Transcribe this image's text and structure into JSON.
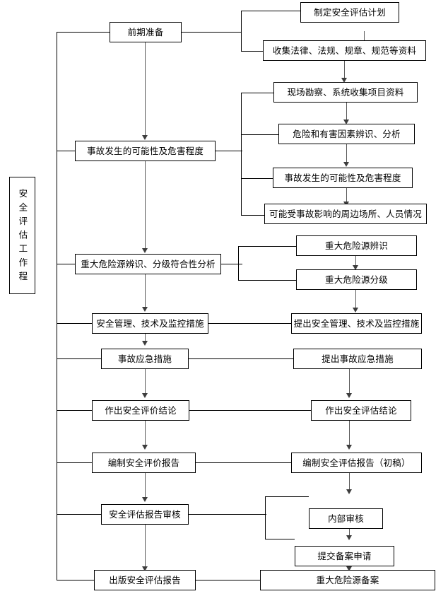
{
  "diagram": {
    "title": "安全评估工作程",
    "spine_label": "安全评估工作程",
    "left_column": [
      {
        "id": "prep",
        "label": "前期准备"
      },
      {
        "id": "likelihood",
        "label": "事故发生的可能性及危害程度"
      },
      {
        "id": "majorhazard",
        "label": "重大危险源辨识、分级符合性分析"
      },
      {
        "id": "mgmt",
        "label": "安全管理、技术及监控措施"
      },
      {
        "id": "emergency",
        "label": "事故应急措施"
      },
      {
        "id": "conclusion",
        "label": "作出安全评价结论"
      },
      {
        "id": "report",
        "label": "编制安全评价报告"
      },
      {
        "id": "review",
        "label": "安全评估报告审核"
      },
      {
        "id": "publish",
        "label": "出版安全评估报告"
      }
    ],
    "right_column": [
      {
        "id": "plan",
        "label": "制定安全评估计划"
      },
      {
        "id": "collectlaw",
        "label": "收集法律、法规、规章、规范等资料"
      },
      {
        "id": "survey",
        "label": "现场勘察、系统收集项目资料"
      },
      {
        "id": "identify",
        "label": "危险和有害因素辨识、分析"
      },
      {
        "id": "likelihood2",
        "label": "事故发生的可能性及危害程度"
      },
      {
        "id": "surrounding",
        "label": "可能受事故影响的周边场所、人员情况"
      },
      {
        "id": "mh_identify",
        "label": "重大危险源辨识"
      },
      {
        "id": "mh_grade",
        "label": "重大危险源分级"
      },
      {
        "id": "mgmt2",
        "label": "提出安全管理、技术及监控措施"
      },
      {
        "id": "emergency2",
        "label": "提出事故应急措施"
      },
      {
        "id": "conclusion2",
        "label": "作出安全评估结论"
      },
      {
        "id": "report2",
        "label": "编制安全评估报告（初稿）"
      },
      {
        "id": "internal",
        "label": "内部审核"
      },
      {
        "id": "filing",
        "label": "提交备案申请"
      },
      {
        "id": "record",
        "label": "重大危险源备案"
      }
    ],
    "colors": {
      "stroke": "#000000",
      "arrow_grey": "#3d3d3d",
      "background": "#ffffff"
    }
  }
}
